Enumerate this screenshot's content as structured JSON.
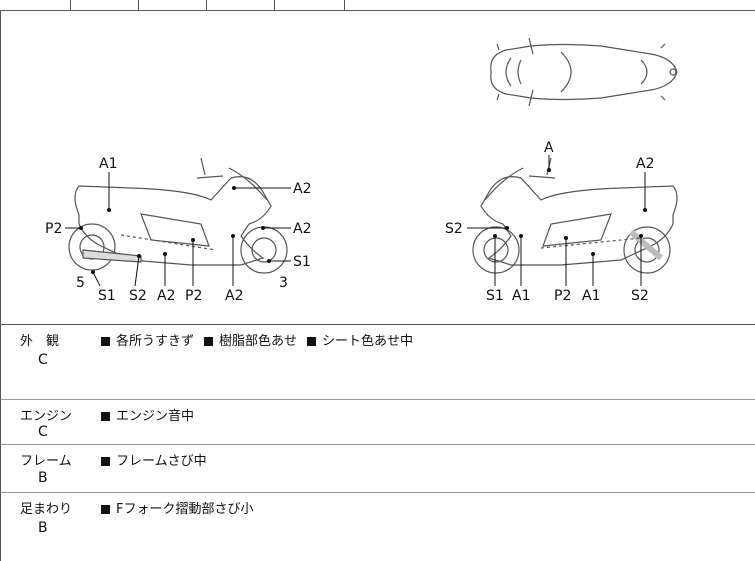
{
  "diagram": {
    "left_bike_labels": {
      "a1_top": "A1",
      "p2_rear": "P2",
      "a2_upper": "A2",
      "a2_front": "A2",
      "s1_right": "S1",
      "num5": "5",
      "num3": "3",
      "bottom": [
        "S1",
        "S2",
        "A2",
        "P2",
        "A2"
      ]
    },
    "right_bike_labels": {
      "a_top": "A",
      "a2_top": "A2",
      "s2_left": "S2",
      "bottom": [
        "S1",
        "A1",
        "P2",
        "A1",
        "S2"
      ]
    }
  },
  "conditions": [
    {
      "category": "外　観",
      "grade": "C",
      "notes": [
        "各所うすきず",
        "樹脂部色あせ",
        "シート色あせ中"
      ]
    },
    {
      "category": "エンジン",
      "grade": "C",
      "notes": [
        "エンジン音中"
      ]
    },
    {
      "category": "フレーム",
      "grade": "B",
      "notes": [
        "フレームさび中"
      ]
    },
    {
      "category": "足まわり",
      "grade": "B",
      "notes": [
        "Fフォーク摺動部さび小"
      ]
    }
  ]
}
